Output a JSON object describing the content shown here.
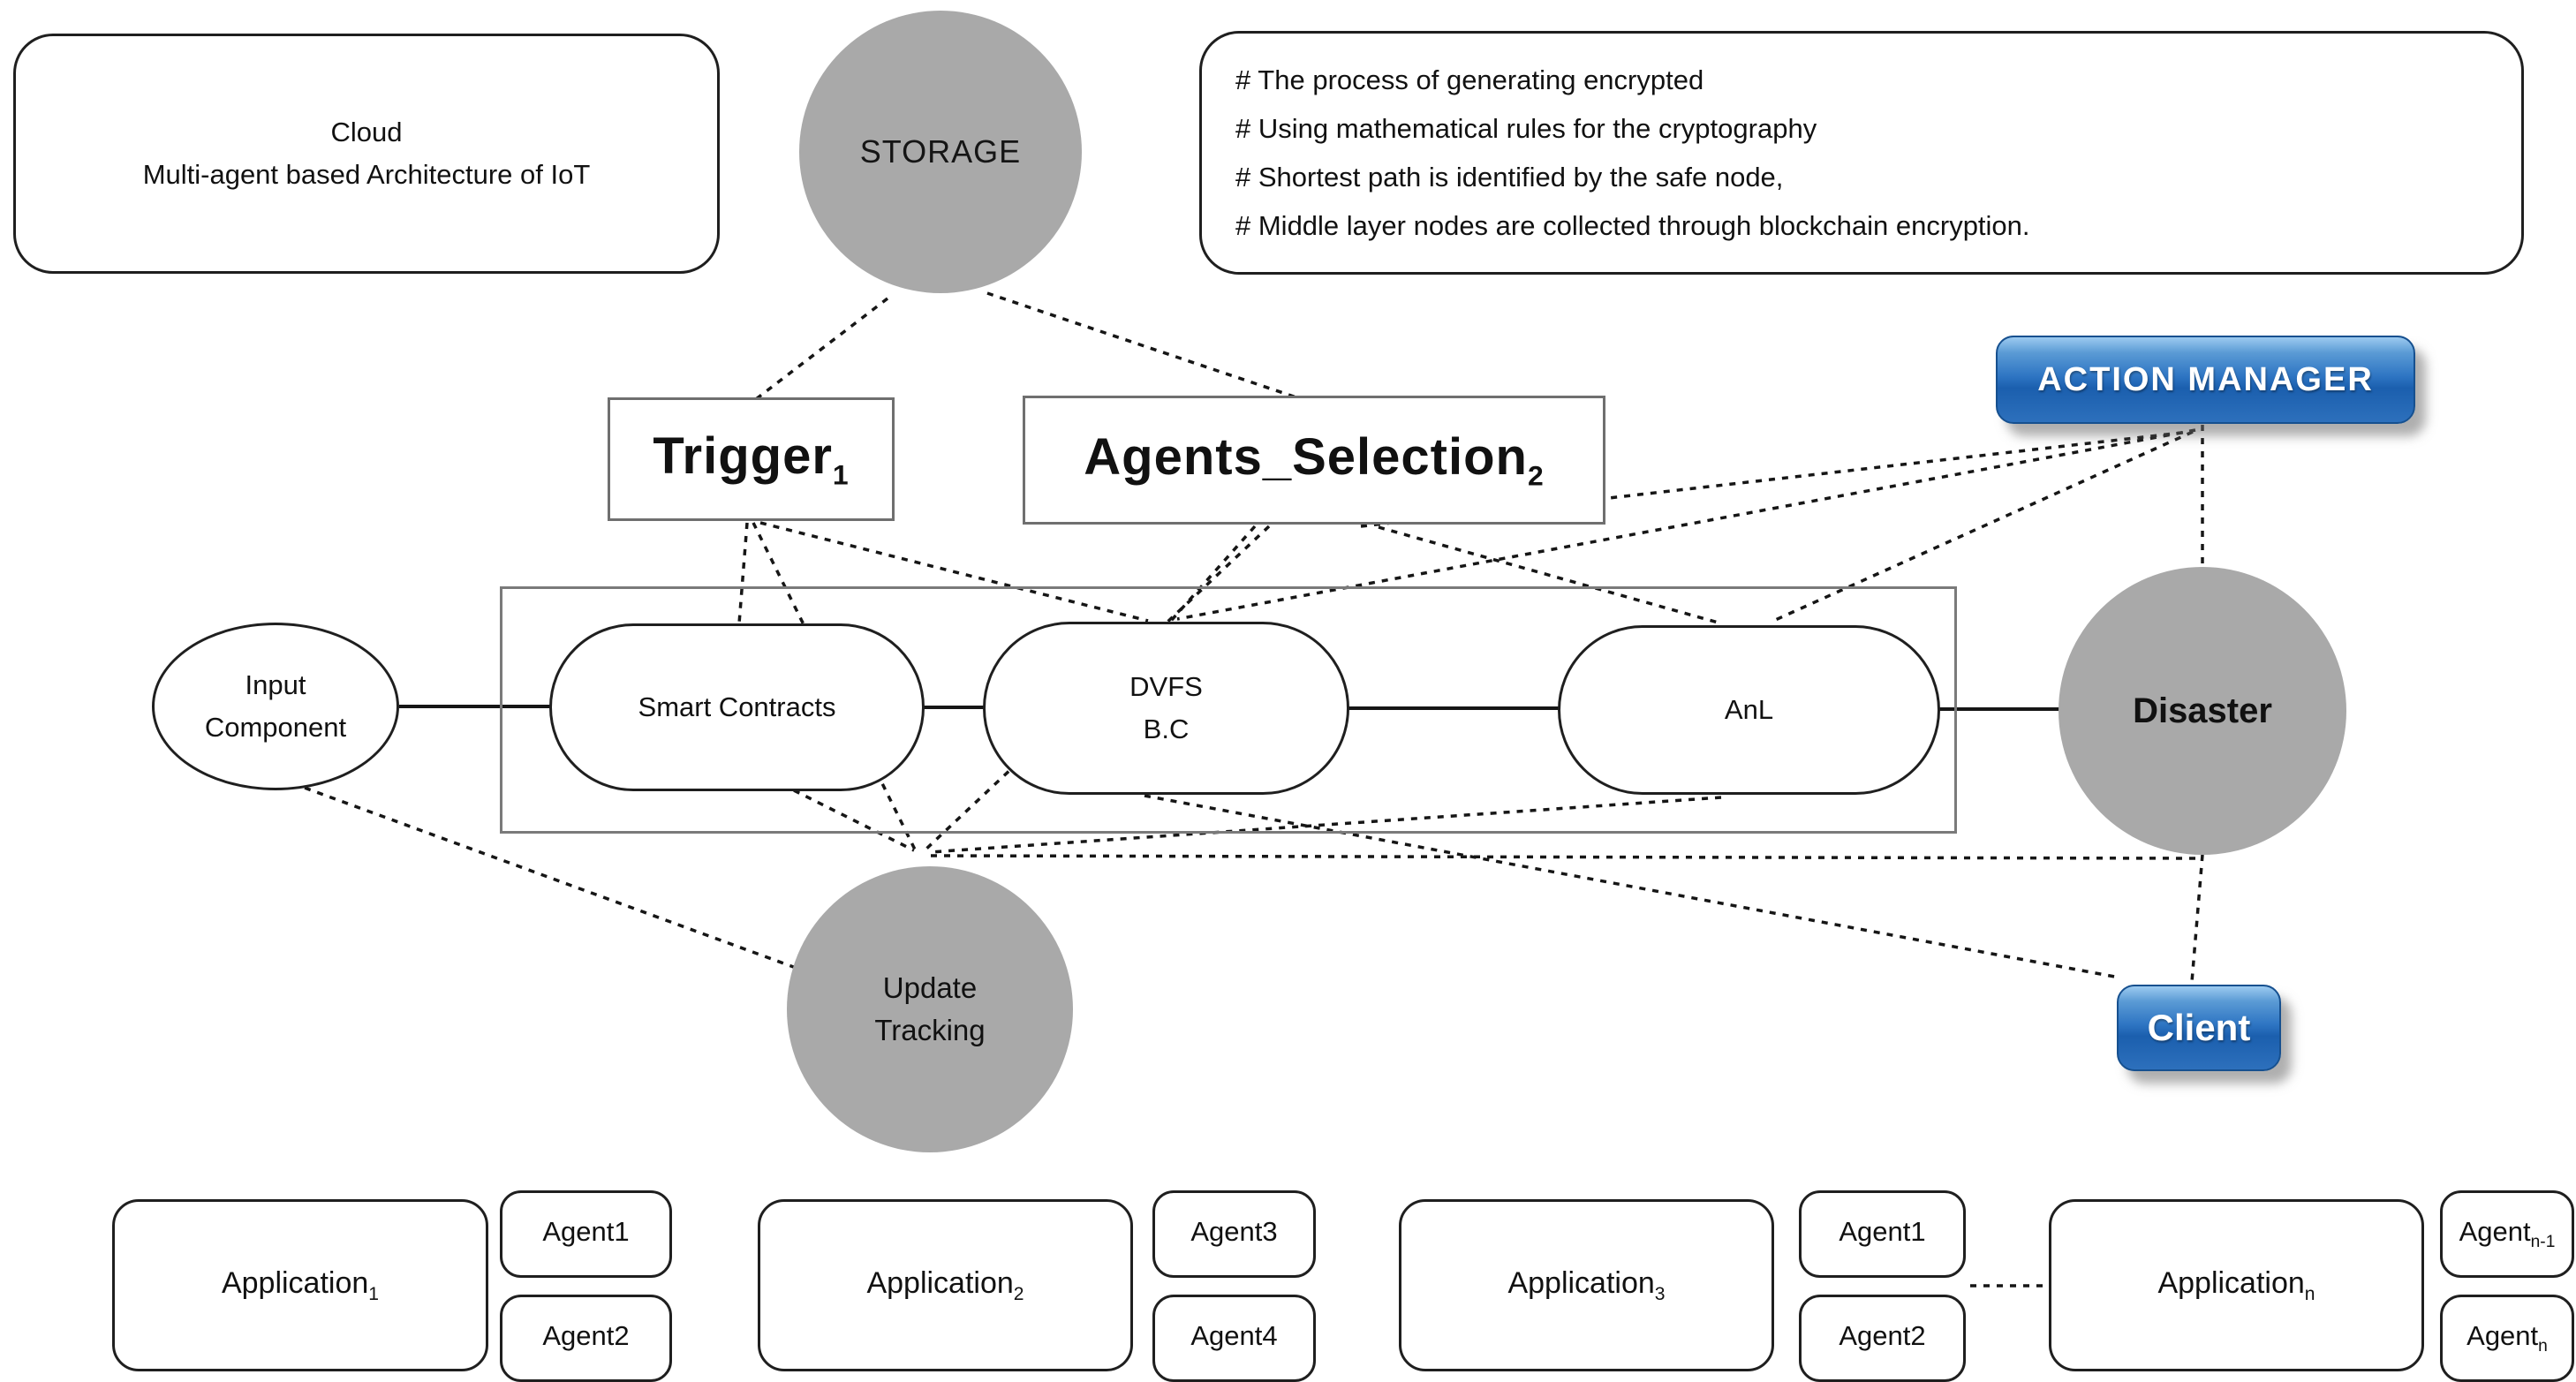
{
  "colors": {
    "node_gray": "#a9a9a9",
    "button_blue_light": "#9ccaf0",
    "button_blue_dark": "#1b5fae",
    "line_color": "#161616",
    "background": "#ffffff"
  },
  "cloud_box": {
    "lines": [
      "Cloud",
      "Multi-agent based Architecture of IoT"
    ]
  },
  "storage": {
    "label": "STORAGE"
  },
  "info_box": {
    "lines": [
      "# The process of generating encrypted",
      "# Using mathematical rules for the cryptography",
      "# Shortest path is identified by the safe node,",
      "# Middle layer nodes are collected through blockchain encryption."
    ]
  },
  "action_manager": {
    "label": "ACTION MANAGER"
  },
  "trigger": {
    "text": "Trigger",
    "sub": "1"
  },
  "agents_selection": {
    "text": "Agents_Selection",
    "sub": "2"
  },
  "input_component": {
    "lines": [
      "Input",
      "Component"
    ]
  },
  "smart_contracts": {
    "label": "Smart Contracts"
  },
  "dvfs": {
    "lines": [
      "DVFS",
      "B.C"
    ]
  },
  "anl": {
    "label": "AnL"
  },
  "disaster": {
    "label": "Disaster"
  },
  "update_tracking": {
    "lines": [
      "Update",
      "Tracking"
    ]
  },
  "client": {
    "label": "Client"
  },
  "applications": [
    {
      "text": "Application",
      "sub": "1"
    },
    {
      "text": "Application",
      "sub": "2"
    },
    {
      "text": "Application",
      "sub": "3"
    },
    {
      "text": "Application",
      "sub": "n"
    }
  ],
  "agent_stacks": [
    {
      "top": {
        "text": "Agent1",
        "sub": ""
      },
      "bottom": {
        "text": "Agent2",
        "sub": ""
      }
    },
    {
      "top": {
        "text": "Agent3",
        "sub": ""
      },
      "bottom": {
        "text": "Agent4",
        "sub": ""
      }
    },
    {
      "top": {
        "text": "Agent1",
        "sub": ""
      },
      "bottom": {
        "text": "Agent2",
        "sub": ""
      }
    },
    {
      "top": {
        "text": "Agent",
        "sub": "n-1"
      },
      "bottom": {
        "text": "Agent",
        "sub": "n"
      }
    }
  ]
}
